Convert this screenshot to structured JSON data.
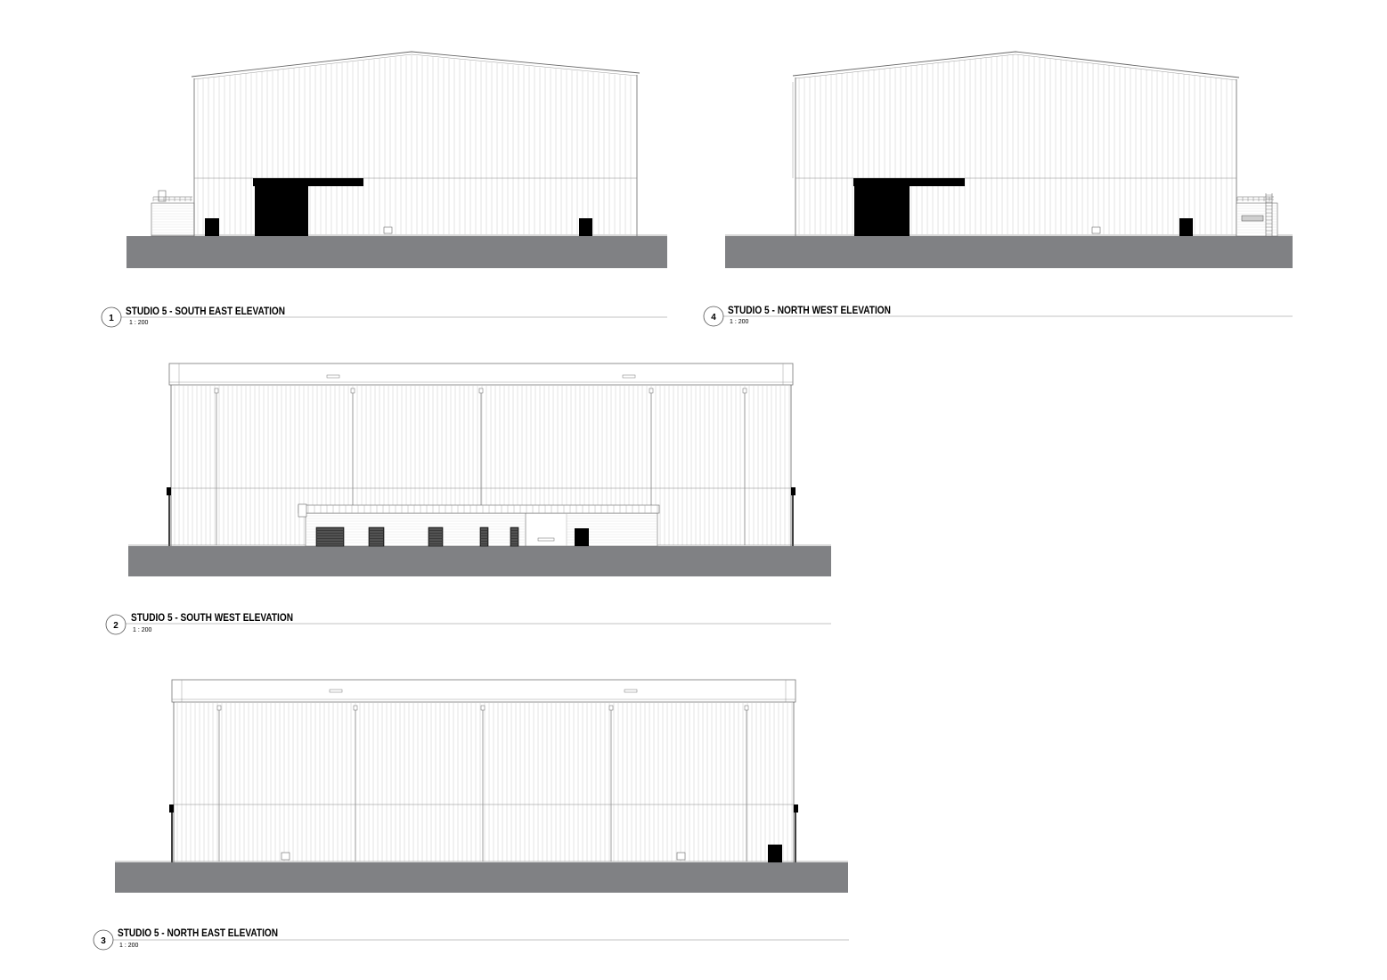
{
  "sheet": {
    "views": [
      {
        "number": "1",
        "title": "STUDIO 5 - SOUTH EAST ELEVATION",
        "scale": "1 : 200"
      },
      {
        "number": "4",
        "title": "STUDIO 5 - NORTH WEST ELEVATION",
        "scale": "1 : 200"
      },
      {
        "number": "2",
        "title": "STUDIO 5 - SOUTH WEST ELEVATION",
        "scale": "1 : 200"
      },
      {
        "number": "3",
        "title": "STUDIO 5 - NORTH EAST ELEVATION",
        "scale": "1 : 200"
      }
    ]
  },
  "colors": {
    "paper": "#ffffff",
    "ground": "#808184",
    "solid": "#000000",
    "outline": "#666666",
    "cladding": "#c8c8c8",
    "brick": "#dddddd",
    "window": "#3a3a3a"
  }
}
